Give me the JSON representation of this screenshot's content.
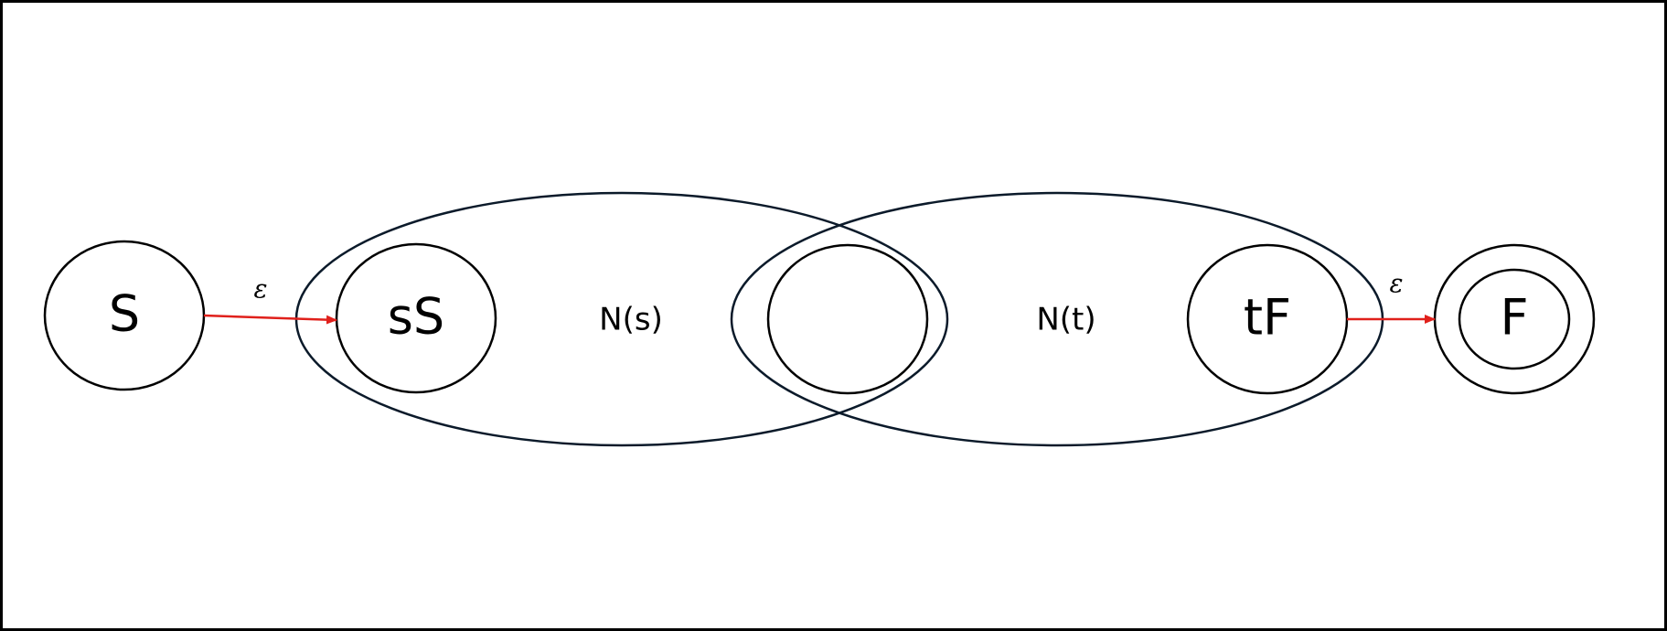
{
  "diagram": {
    "states": {
      "start": "S",
      "s_start": "sS",
      "join": "",
      "t_final": "tF",
      "final": "F"
    },
    "regions": {
      "s": "N(s)",
      "t": "N(t)"
    },
    "transitions": {
      "start_to_s": "ε",
      "t_to_final": "ε"
    },
    "colors": {
      "transition": "#e0201b",
      "outline": "#000000",
      "region_outline": "#0b1a2a"
    }
  }
}
